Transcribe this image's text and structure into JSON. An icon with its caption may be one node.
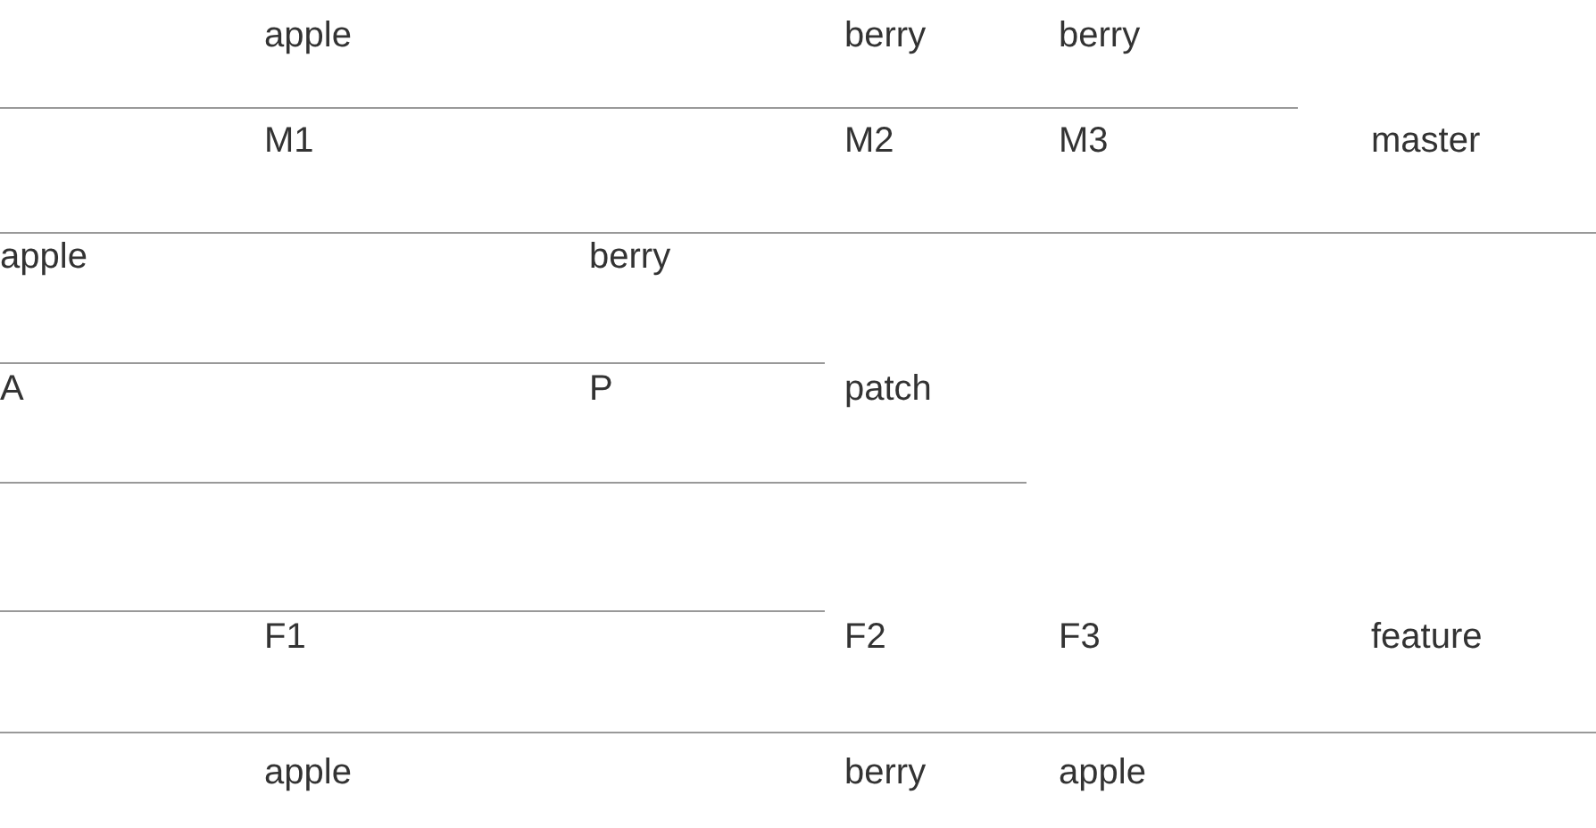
{
  "diagram": {
    "labels": [
      "apple",
      "berry",
      "berry",
      "M1",
      "M2",
      "M3",
      "master",
      "apple",
      "berry",
      "A",
      "P",
      "patch",
      "F1",
      "F2",
      "F3",
      "feature",
      "apple",
      "berry",
      "apple"
    ]
  }
}
